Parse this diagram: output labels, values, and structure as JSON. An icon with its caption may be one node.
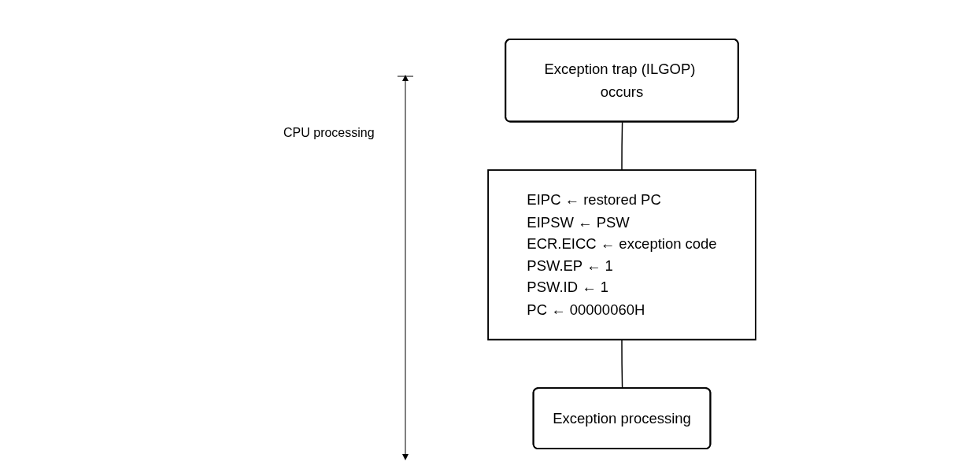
{
  "diagram": {
    "nodes": [
      {
        "text": [
          "Exception trap (ILGOP) occurs"
        ]
      },
      {
        "text": [
          "EIPC ← restored PC",
          "EIPSW ← PSW",
          "ECR.EICC ← exception code",
          "PSW.EP ← 1",
          "PSW.ID ← 1",
          "PC ← 00000060H"
        ]
      },
      {
        "text": [
          "Exception processing"
        ]
      }
    ],
    "edges": [
      {
        "from": 0,
        "to": 1,
        "arrow": "none"
      },
      {
        "from": 1,
        "to": 2,
        "arrow": "none"
      }
    ],
    "labels": [
      "CPU processing"
    ]
  }
}
